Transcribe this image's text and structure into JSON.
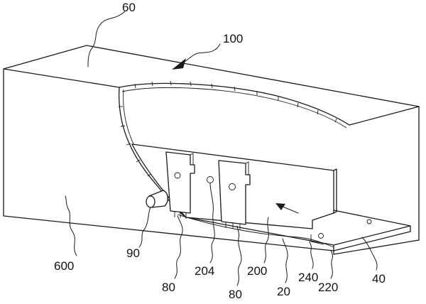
{
  "labels": {
    "l60": "60",
    "l100": "100",
    "l600": "600",
    "l90": "90",
    "l80a": "80",
    "l204": "204",
    "l80b": "80",
    "l200": "200",
    "l20": "20",
    "l240": "240",
    "l220": "220",
    "l40": "40"
  }
}
